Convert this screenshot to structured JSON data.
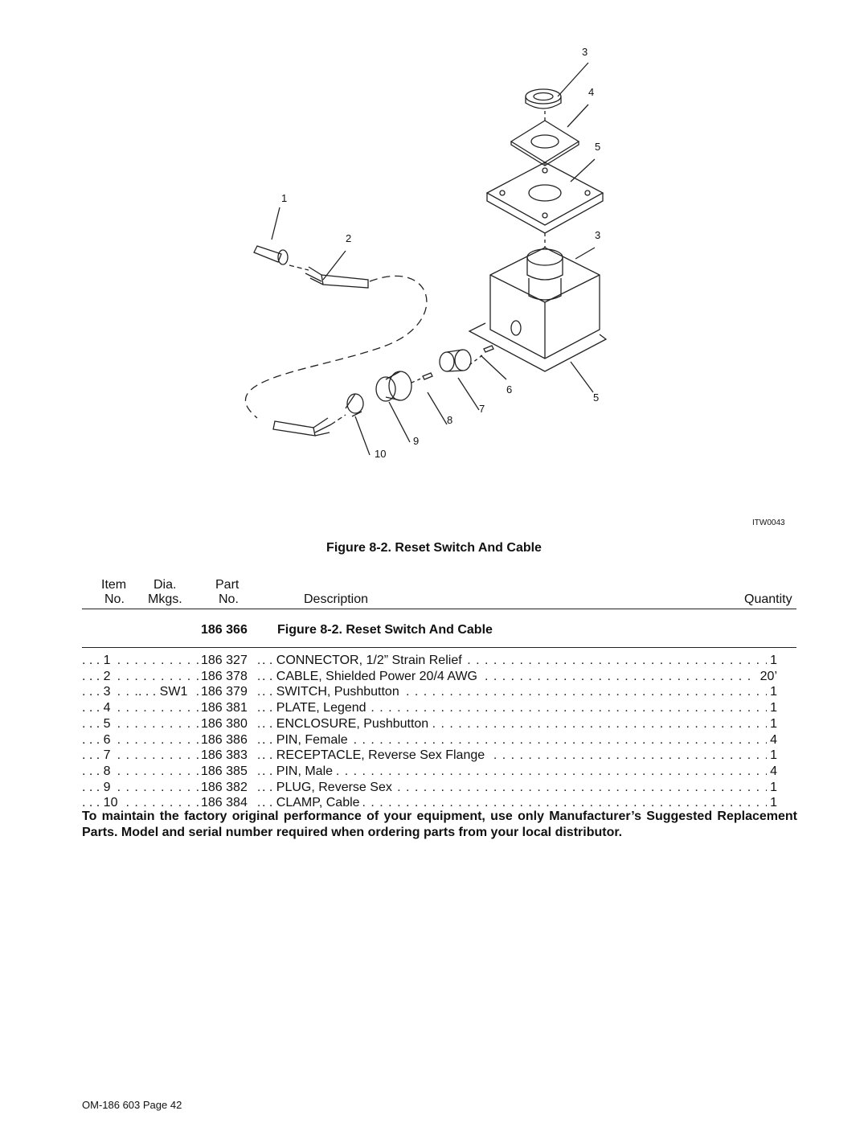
{
  "figure": {
    "callouts": [
      "3",
      "4",
      "5",
      "1",
      "2",
      "3",
      "6",
      "5",
      "7",
      "8",
      "9",
      "10"
    ],
    "code": "ITW0043",
    "caption": "Figure 8-2. Reset Switch And Cable"
  },
  "table": {
    "headers": {
      "item_1": "Item",
      "item_2": "No.",
      "dia_1": "Dia.",
      "dia_2": "Mkgs.",
      "part_1": "Part",
      "part_2": "No.",
      "description": "Description",
      "quantity": "Quantity"
    },
    "assembly": {
      "part": "186 366",
      "description": "Figure 8-2. Reset Switch And Cable"
    },
    "rows": [
      {
        "item": ". . . 1",
        "dia": "",
        "part": "186 327",
        "description": ". . CONNECTOR, 1/2” Strain Relief",
        "qty": "1"
      },
      {
        "item": ". . . 2",
        "dia": "",
        "part": "186 378",
        "description": ". . CABLE, Shielded Power 20/4 AWG",
        "qty": "20’"
      },
      {
        "item": ". . . 3",
        "dia": ". . . SW1",
        "part": "186 379",
        "description": ". . SWITCH, Pushbutton",
        "qty": "1"
      },
      {
        "item": ". . . 4",
        "dia": "",
        "part": "186 381",
        "description": ". . PLATE, Legend",
        "qty": "1"
      },
      {
        "item": ". . . 5",
        "dia": "",
        "part": "186 380",
        "description": ". . ENCLOSURE, Pushbutton",
        "qty": "1"
      },
      {
        "item": ". . . 6",
        "dia": "",
        "part": "186 386",
        "description": ". . PIN, Female",
        "qty": "4"
      },
      {
        "item": ". . . 7",
        "dia": "",
        "part": "186 383",
        "description": ". . RECEPTACLE, Reverse Sex Flange",
        "qty": "1"
      },
      {
        "item": ". . . 8",
        "dia": "",
        "part": "186 385",
        "description": ". . PIN, Male",
        "qty": "4"
      },
      {
        "item": ". . . 9",
        "dia": "",
        "part": "186 382",
        "description": ". . PLUG, Reverse Sex",
        "qty": "1"
      },
      {
        "item": ". . . 10",
        "dia": "",
        "part": "186 384",
        "description": ". . CLAMP, Cable",
        "qty": "1"
      }
    ]
  },
  "notice": "To maintain the factory original performance of your equipment, use only Manufacturer’s Suggested Replacement Parts. Model and serial number required when ordering parts from your local distributor.",
  "footer": "OM-186 603 Page 42"
}
